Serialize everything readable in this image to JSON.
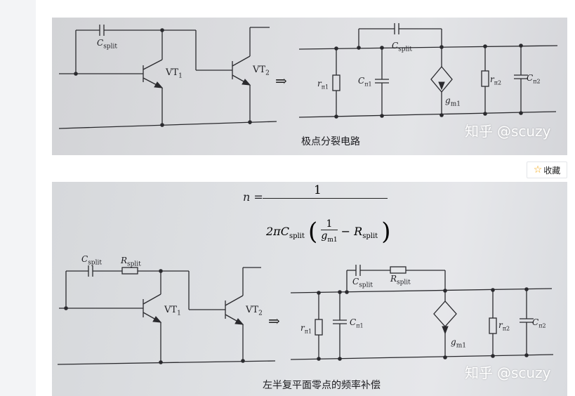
{
  "figure1": {
    "labels": {
      "csplit_left": "C",
      "csplit_left_sub": "split",
      "vt1": "VT",
      "vt1_sub": "1",
      "vt2": "VT",
      "vt2_sub": "2",
      "arrow": "⇒",
      "csplit_right": "C",
      "csplit_right_sub": "split",
      "rpi1": "r",
      "rpi1_sub": "π1",
      "cpi1": "C",
      "cpi1_sub": "π1",
      "gm1": "g",
      "gm1_sub": "m1",
      "rpi2": "r",
      "rpi2_sub": "π2",
      "cpi2": "C",
      "cpi2_sub": "π2"
    },
    "caption": "极点分裂电路",
    "watermark_zh": "知乎",
    "watermark_handle": "@scuzy"
  },
  "collect_button": {
    "icon": "star-outline-icon",
    "label": "收藏",
    "color": "#f2a40b"
  },
  "figure2": {
    "formula": {
      "lhs": "n =",
      "numerator": "1",
      "den_prefix": "2πC",
      "den_prefix_sub": "split",
      "inner_num": "1",
      "inner_den": "g",
      "inner_den_sub": "m1",
      "minus": "−",
      "r": "R",
      "r_sub": "split"
    },
    "labels": {
      "csplit_left": "C",
      "csplit_left_sub": "split",
      "rsplit_left": "R",
      "rsplit_left_sub": "split",
      "vt1": "VT",
      "vt1_sub": "1",
      "vt2": "VT",
      "vt2_sub": "2",
      "arrow": "⇒",
      "csplit_right": "C",
      "csplit_right_sub": "split",
      "rsplit_right": "R",
      "rsplit_right_sub": "split",
      "rpi1": "r",
      "rpi1_sub": "π1",
      "cpi1": "C",
      "cpi1_sub": "π1",
      "gm1": "g",
      "gm1_sub": "m1",
      "rpi2": "r",
      "rpi2_sub": "π2",
      "cpi2": "C",
      "cpi2_sub": "π2"
    },
    "caption": "左半复平面零点的频率补偿",
    "watermark_zh": "知乎",
    "watermark_handle": "@scuzy"
  }
}
